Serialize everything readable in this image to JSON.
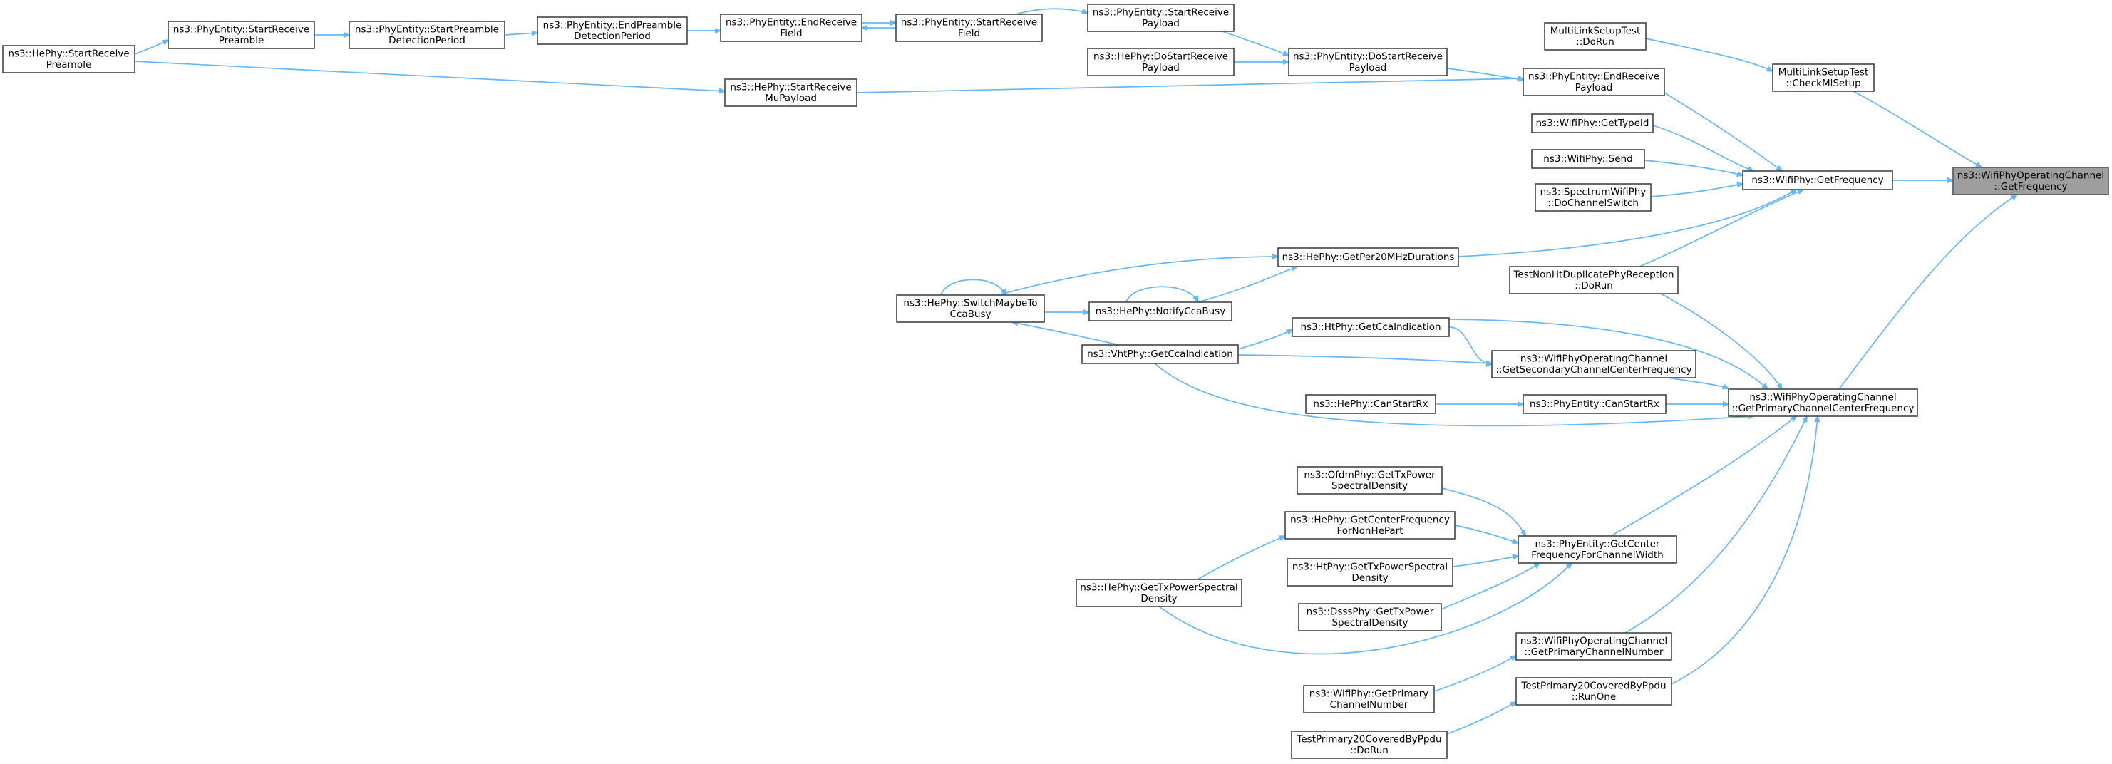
{
  "diagram": {
    "type": "call-graph",
    "edge_color": "#63b8ff",
    "focus_fill": "#9e9e9e",
    "nodes": [
      {
        "id": "target",
        "lines": [
          "ns3::WifiPhyOperatingChannel",
          "::GetFrequency"
        ],
        "focus": true
      },
      {
        "id": "getfreq",
        "lines": [
          "ns3::WifiPhy::GetFrequency"
        ]
      },
      {
        "id": "checkml",
        "lines": [
          "MultiLinkSetupTest",
          "::CheckMlSetup"
        ]
      },
      {
        "id": "mldorun",
        "lines": [
          "MultiLinkSetupTest",
          "::DoRun"
        ]
      },
      {
        "id": "primcf",
        "lines": [
          "ns3::WifiPhyOperatingChannel",
          "::GetPrimaryChannelCenterFrequency"
        ]
      },
      {
        "id": "endrxpay",
        "lines": [
          "ns3::PhyEntity::EndReceive",
          "Payload"
        ]
      },
      {
        "id": "dostartrx",
        "lines": [
          "ns3::PhyEntity::DoStartReceive",
          "Payload"
        ]
      },
      {
        "id": "startrxpay",
        "lines": [
          "ns3::PhyEntity::StartReceive",
          "Payload"
        ]
      },
      {
        "id": "hedostart",
        "lines": [
          "ns3::HePhy::DoStartReceive",
          "Payload"
        ]
      },
      {
        "id": "startrxfield",
        "lines": [
          "ns3::PhyEntity::StartReceive",
          "Field"
        ]
      },
      {
        "id": "endrxfield",
        "lines": [
          "ns3::PhyEntity::EndReceive",
          "Field"
        ]
      },
      {
        "id": "endpreamble",
        "lines": [
          "ns3::PhyEntity::EndPreamble",
          "DetectionPeriod"
        ]
      },
      {
        "id": "startpreamble",
        "lines": [
          "ns3::PhyEntity::StartPreamble",
          "DetectionPeriod"
        ]
      },
      {
        "id": "startrxpre",
        "lines": [
          "ns3::PhyEntity::StartReceive",
          "Preamble"
        ]
      },
      {
        "id": "hestartpre",
        "lines": [
          "ns3::HePhy::StartReceive",
          "Preamble"
        ]
      },
      {
        "id": "hemupay",
        "lines": [
          "ns3::HePhy::StartReceive",
          "MuPayload"
        ]
      },
      {
        "id": "gettypeid",
        "lines": [
          "ns3::WifiPhy::GetTypeId"
        ]
      },
      {
        "id": "send",
        "lines": [
          "ns3::WifiPhy::Send"
        ]
      },
      {
        "id": "spectrum",
        "lines": [
          "ns3::SpectrumWifiPhy",
          "::DoChannelSwitch"
        ]
      },
      {
        "id": "per20",
        "lines": [
          "ns3::HePhy::GetPer20MHzDurations"
        ]
      },
      {
        "id": "nonht",
        "lines": [
          "TestNonHtDuplicatePhyReception",
          "::DoRun"
        ]
      },
      {
        "id": "switchcca",
        "lines": [
          "ns3::HePhy::SwitchMaybeTo",
          "CcaBusy"
        ]
      },
      {
        "id": "notifycca",
        "lines": [
          "ns3::HePhy::NotifyCcaBusy"
        ]
      },
      {
        "id": "htcca",
        "lines": [
          "ns3::HtPhy::GetCcaIndication"
        ]
      },
      {
        "id": "secondary",
        "lines": [
          "ns3::WifiPhyOperatingChannel",
          "::GetSecondaryChannelCenterFrequency"
        ]
      },
      {
        "id": "vhtcca",
        "lines": [
          "ns3::VhtPhy::GetCcaIndication"
        ]
      },
      {
        "id": "hecanstart",
        "lines": [
          "ns3::HePhy::CanStartRx"
        ]
      },
      {
        "id": "canstart",
        "lines": [
          "ns3::PhyEntity::CanStartRx"
        ]
      },
      {
        "id": "ofdmtx",
        "lines": [
          "ns3::OfdmPhy::GetTxPower",
          "SpectralDensity"
        ]
      },
      {
        "id": "hecfnonhe",
        "lines": [
          "ns3::HePhy::GetCenterFrequency",
          "ForNonHePart"
        ]
      },
      {
        "id": "centerfreq",
        "lines": [
          "ns3::PhyEntity::GetCenter",
          "FrequencyForChannelWidth"
        ]
      },
      {
        "id": "httx",
        "lines": [
          "ns3::HtPhy::GetTxPowerSpectral",
          "Density"
        ]
      },
      {
        "id": "hetx",
        "lines": [
          "ns3::HePhy::GetTxPowerSpectral",
          "Density"
        ]
      },
      {
        "id": "dssstx",
        "lines": [
          "ns3::DsssPhy::GetTxPower",
          "SpectralDensity"
        ]
      },
      {
        "id": "primnum",
        "lines": [
          "ns3::WifiPhyOperatingChannel",
          "::GetPrimaryChannelNumber"
        ]
      },
      {
        "id": "wifiprimnum",
        "lines": [
          "ns3::WifiPhy::GetPrimary",
          "ChannelNumber"
        ]
      },
      {
        "id": "runone",
        "lines": [
          "TestPrimary20CoveredByPpdu",
          "::RunOne"
        ]
      },
      {
        "id": "p20dorun",
        "lines": [
          "TestPrimary20CoveredByPpdu",
          "::DoRun"
        ]
      }
    ],
    "edges": [
      [
        "getfreq",
        "target"
      ],
      [
        "checkml",
        "target"
      ],
      [
        "primcf",
        "target"
      ],
      [
        "mldorun",
        "checkml"
      ],
      [
        "endrxpay",
        "getfreq"
      ],
      [
        "gettypeid",
        "getfreq"
      ],
      [
        "send",
        "getfreq"
      ],
      [
        "spectrum",
        "getfreq"
      ],
      [
        "per20",
        "getfreq"
      ],
      [
        "nonht",
        "getfreq"
      ],
      [
        "startrxpay",
        "dostartrx"
      ],
      [
        "hedostart",
        "dostartrx"
      ],
      [
        "dostartrx",
        "endrxpay"
      ],
      [
        "startrxfield",
        "startrxpay"
      ],
      [
        "startrxfield",
        "endrxfield"
      ],
      [
        "endrxfield",
        "startrxfield"
      ],
      [
        "endpreamble",
        "endrxfield"
      ],
      [
        "startpreamble",
        "endpreamble"
      ],
      [
        "startrxpre",
        "startpreamble"
      ],
      [
        "hestartpre",
        "startrxpre"
      ],
      [
        "hemupay",
        "endrxpay"
      ],
      [
        "hestartpre",
        "hemupay"
      ],
      [
        "switchcca",
        "per20"
      ],
      [
        "notifycca",
        "per20"
      ],
      [
        "switchcca",
        "notifycca"
      ],
      [
        "switchcca",
        "switchcca"
      ],
      [
        "notifycca",
        "notifycca"
      ],
      [
        "vhtcca",
        "switchcca"
      ],
      [
        "vhtcca",
        "htcca"
      ],
      [
        "vhtcca",
        "secondary"
      ],
      [
        "htcca",
        "secondary"
      ],
      [
        "htcca",
        "primcf"
      ],
      [
        "secondary",
        "primcf"
      ],
      [
        "canstart",
        "primcf"
      ],
      [
        "vhtcca",
        "primcf"
      ],
      [
        "hecanstart",
        "canstart"
      ],
      [
        "centerfreq",
        "primcf"
      ],
      [
        "primnum",
        "primcf"
      ],
      [
        "runone",
        "primcf"
      ],
      [
        "nonht",
        "primcf"
      ],
      [
        "ofdmtx",
        "centerfreq"
      ],
      [
        "hecfnonhe",
        "centerfreq"
      ],
      [
        "httx",
        "centerfreq"
      ],
      [
        "dssstx",
        "centerfreq"
      ],
      [
        "hetx",
        "centerfreq"
      ],
      [
        "hetx",
        "hecfnonhe"
      ],
      [
        "wifiprimnum",
        "primnum"
      ],
      [
        "p20dorun",
        "runone"
      ]
    ]
  }
}
